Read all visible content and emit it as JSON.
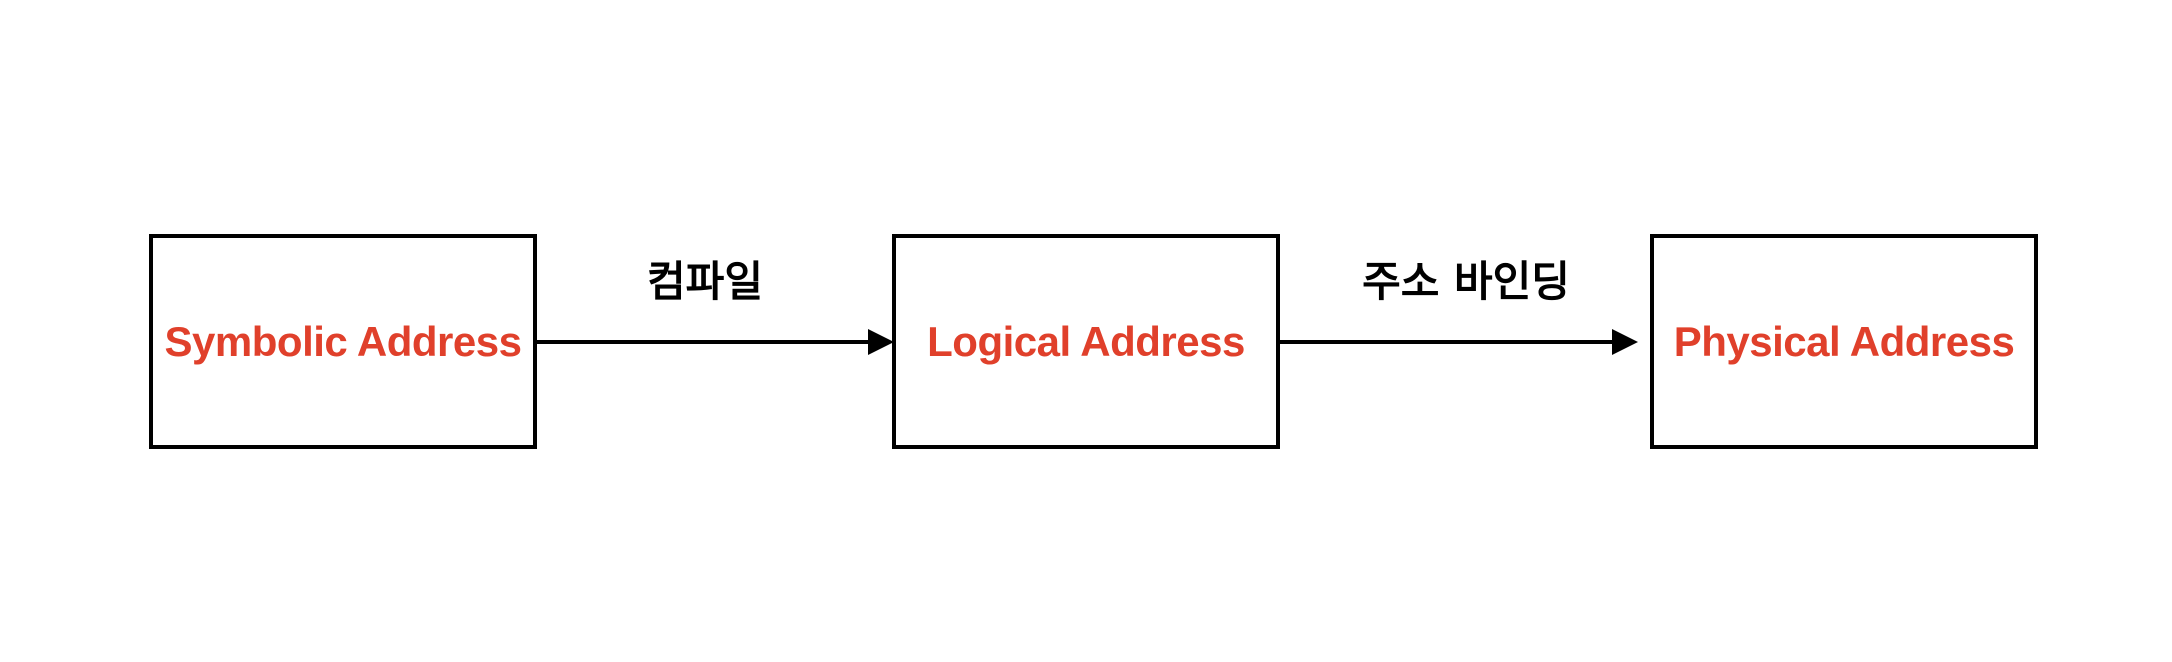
{
  "nodes": [
    {
      "id": "symbolic",
      "label": "Symbolic Address"
    },
    {
      "id": "logical",
      "label": "Logical Address"
    },
    {
      "id": "physical",
      "label": "Physical Address"
    }
  ],
  "edges": [
    {
      "from": "symbolic",
      "to": "logical",
      "label": "컴파일"
    },
    {
      "from": "logical",
      "to": "physical",
      "label": "주소 바인딩"
    }
  ],
  "colors": {
    "node_text": "#e0402b",
    "border": "#000000",
    "edge": "#000000"
  }
}
